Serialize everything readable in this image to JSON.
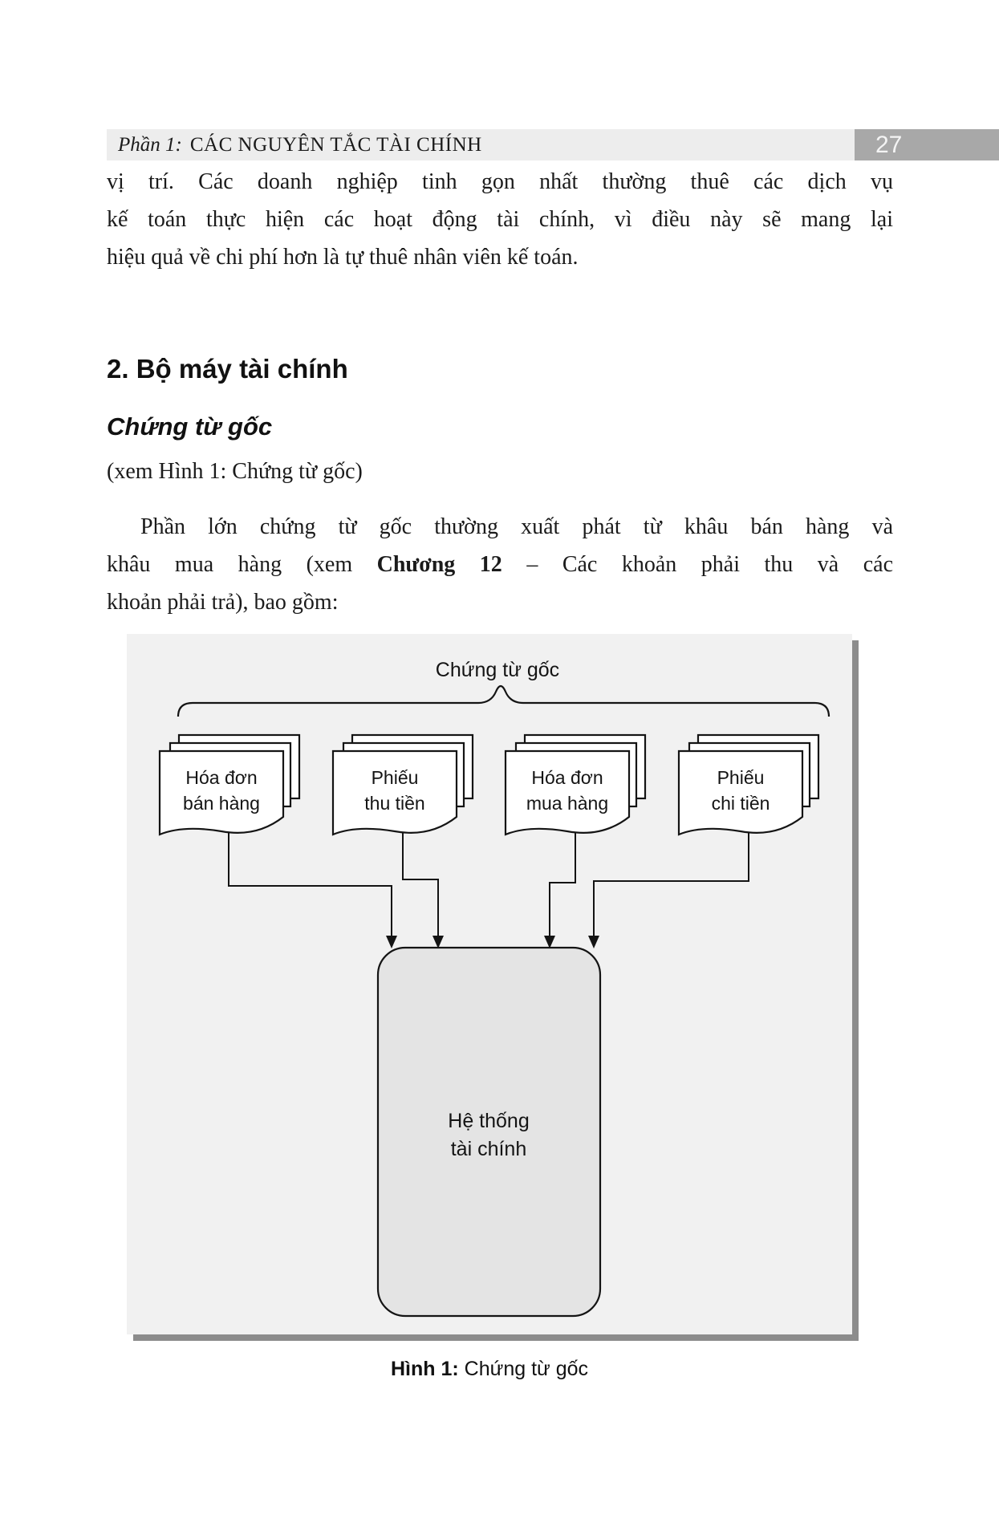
{
  "header": {
    "section_label": "Phần 1:",
    "section_title": "CÁC NGUYÊN TẮC TÀI CHÍNH",
    "page_number": "27"
  },
  "paragraph1": {
    "line1": "vị trí. Các doanh nghiệp tinh gọn nhất thường thuê các dịch vụ",
    "line2": "kế toán thực hiện các hoạt động tài chính, vì điều này sẽ mang lại",
    "line3": "hiệu quả về chi phí hơn là tự thuê nhân viên kế toán."
  },
  "section_heading": "2. Bộ máy tài chính",
  "subsection_heading": "Chứng từ gốc",
  "figure_reference": "(xem Hình 1: Chứng từ gốc)",
  "paragraph2": {
    "line1": "Phần lớn chứng từ gốc thường xuất phát từ khâu bán hàng và",
    "line2_pre": "khâu mua hàng (xem ",
    "line2_bold": "Chương 12",
    "line2_post": " – Các khoản phải thu và các",
    "line3": "khoản phải trả), bao gồm:"
  },
  "diagram": {
    "title": "Chứng từ gốc",
    "documents": [
      {
        "line1": "Hóa đơn",
        "line2": "bán hàng"
      },
      {
        "line1": "Phiếu",
        "line2": "thu tiền"
      },
      {
        "line1": "Hóa đơn",
        "line2": "mua hàng"
      },
      {
        "line1": "Phiếu",
        "line2": "chi tiền"
      }
    ],
    "target": {
      "line1": "Hệ thống",
      "line2": "tài chính"
    },
    "colors": {
      "panel_background": "#f1f1f1",
      "panel_shadow": "#8c8c8c",
      "system_box_fill": "#e4e4e4",
      "stroke": "#141414",
      "header_bar": "#ededed",
      "page_number_box": "#a8a8a8"
    }
  },
  "caption": {
    "bold": "Hình 1:",
    "text": " Chứng từ gốc"
  }
}
